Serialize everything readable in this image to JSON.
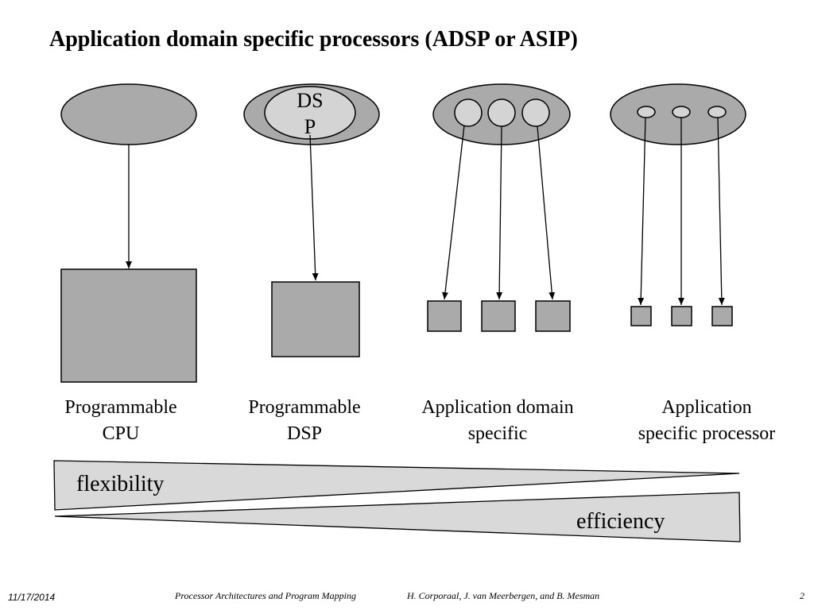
{
  "slide": {
    "title": "Application domain specific processors (ADSP or ASIP)",
    "dsp_inner_label_line1": "DS",
    "dsp_inner_label_line2": "P",
    "columns": [
      {
        "line1": "Programmable",
        "line2": "CPU"
      },
      {
        "line1": "Programmable",
        "line2": "DSP"
      },
      {
        "line1": "Application domain",
        "line2": "specific"
      },
      {
        "line1": "Application",
        "line2": "specific processor"
      }
    ],
    "flexibility_label": "flexibility",
    "efficiency_label": "efficiency"
  },
  "footer": {
    "date": "11/17/2014",
    "course": "Processor Architectures and Program Mapping",
    "authors": "H. Corporaal,  J. van Meerbergen, and B. Mesman",
    "page": "2"
  },
  "colors": {
    "shape_fill": "#aaaaaa",
    "inner_fill": "#d4d4d4",
    "wedge_fill": "#d9d9d9",
    "stroke": "#000000"
  }
}
